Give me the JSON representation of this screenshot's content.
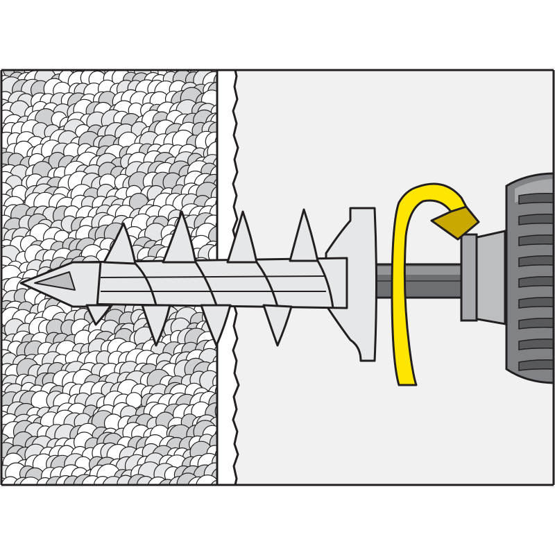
{
  "diagram": {
    "type": "installation-step-illustration",
    "colors": {
      "background": "#ffffff",
      "outline": "#231f20",
      "panel": "#f1f1f2",
      "insulation_bead_light": "#ffffff",
      "insulation_bead_mid": "#e6e7e8",
      "insulation_bead_dark": "#cfd0d2",
      "anchor_body": "#e6e7e8",
      "anchor_shadow": "#bcbec0",
      "drill_chuck": "#808285",
      "drill_chuck_dark": "#58595b",
      "drill_collar": "#bcbec0",
      "bit": "#6d6e71",
      "arrow_yellow": "#ffe600",
      "arrow_yellow_dark": "#c9a800"
    },
    "icons": [
      "insulation-layer",
      "plaster-board",
      "spiral-anchor",
      "screwdriver-bit",
      "drill-chuck",
      "rotation-arrow-icon"
    ]
  }
}
